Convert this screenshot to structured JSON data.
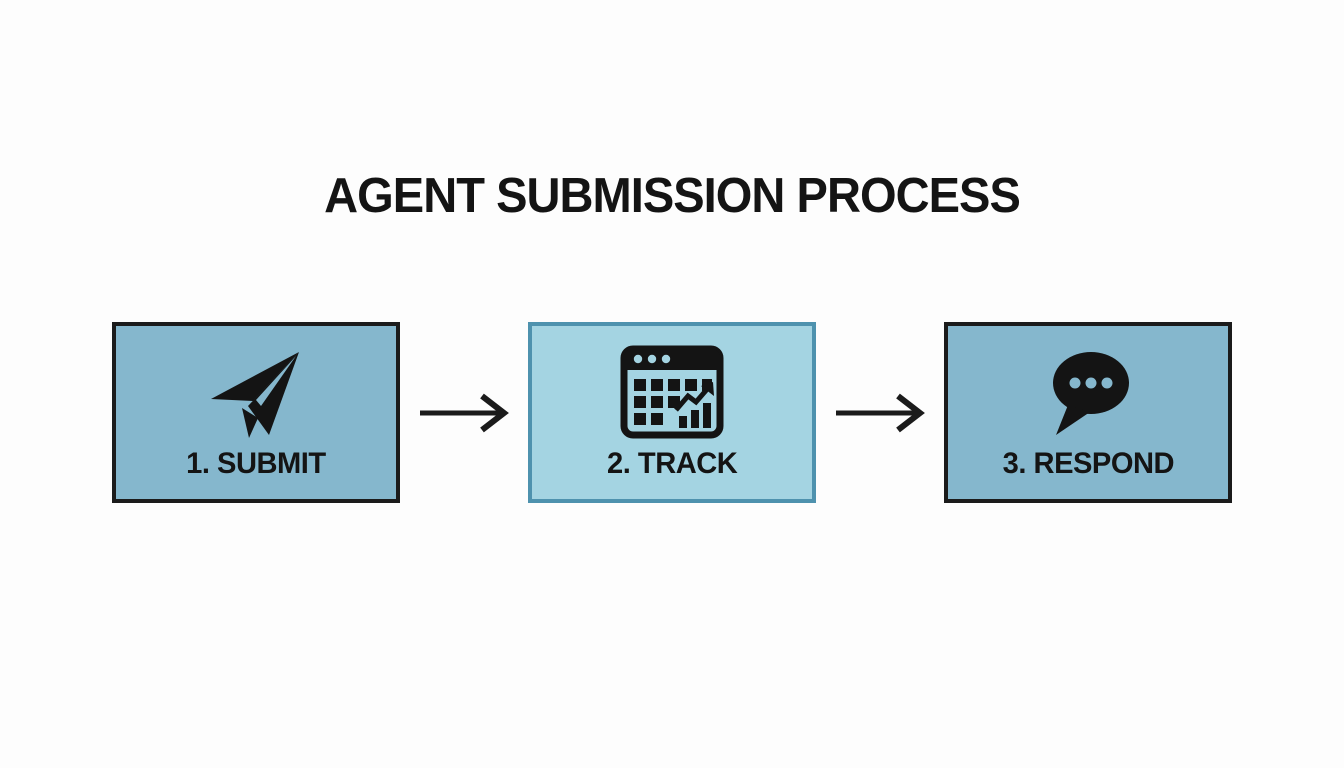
{
  "title": "AGENT SUBMISSION PROCESS",
  "colors": {
    "background": "#fdfdfd",
    "box_fill": "#85b7cd",
    "box_border": "#1b1b1b",
    "highlight_fill": "#a4d4e2",
    "highlight_border": "#4e92ae",
    "icon_color": "#141414",
    "text_color": "#141414",
    "arrow_color": "#1b1b1b"
  },
  "steps": [
    {
      "number": "1",
      "label": "1. SUBMIT",
      "icon": "paper-plane-icon",
      "highlighted": false
    },
    {
      "number": "2",
      "label": "2. TRACK",
      "icon": "tracking-dashboard-icon",
      "highlighted": true
    },
    {
      "number": "3",
      "label": "3. RESPOND",
      "icon": "speech-bubble-icon",
      "highlighted": false
    }
  ],
  "connectors": [
    {
      "icon": "arrow-right-icon"
    },
    {
      "icon": "arrow-right-icon"
    }
  ]
}
